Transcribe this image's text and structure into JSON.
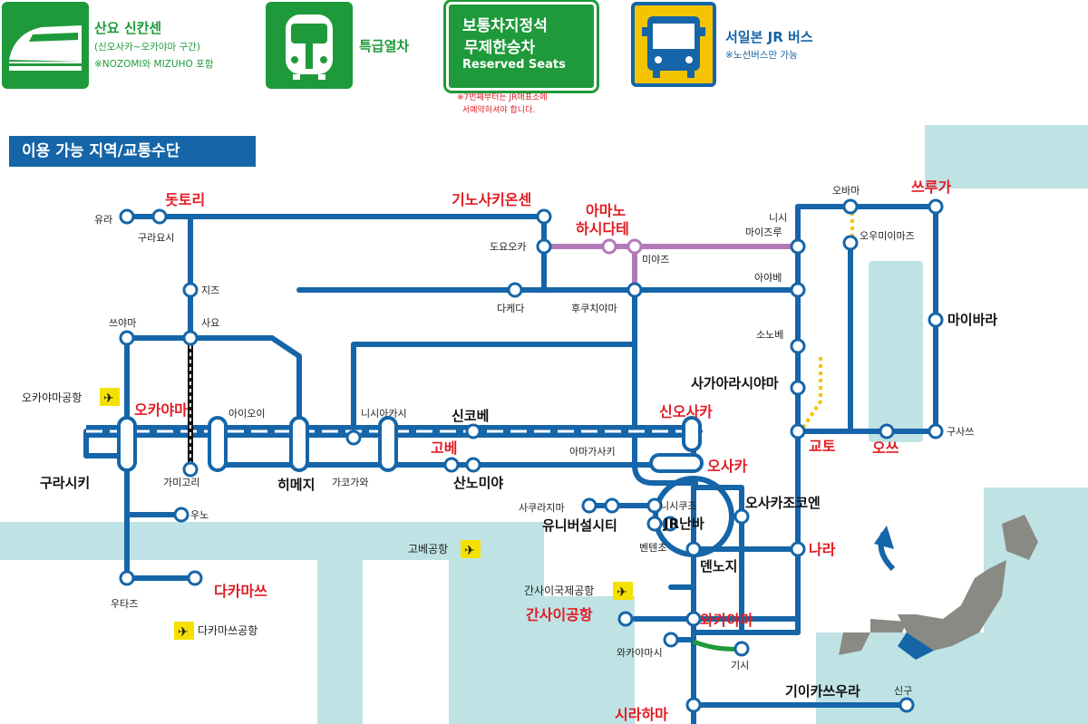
{
  "legend": {
    "shinkansen": {
      "title": "산요 신칸센",
      "sub1": "(신오사카~오카야마 구간)",
      "sub2": "※NOZOMI와 MIZUHO 포함"
    },
    "express": {
      "title": "특급열차"
    },
    "reserved": {
      "line1": "보통차지정석",
      "line2": "무제한승차",
      "line3": "Reserved Seats",
      "note1": "※7번째부터는 JR매표소에",
      "note2": "서예약하셔야 합니다."
    },
    "bus": {
      "title": "서일본 JR 버스",
      "sub": "※노선버스만 가능"
    }
  },
  "map": {
    "title": "이용 가능 지역/교통수단",
    "major": {
      "tottori": "돗토리",
      "kinosaki": "기노사키온센",
      "amanohashidate1": "아마노",
      "amanohashidate2": "하시다테",
      "tsuruga": "쓰루가",
      "okayama": "오카야마",
      "shinkobe": "신코베",
      "shinosaka": "신오사카",
      "kobe": "고베",
      "osaka": "오사카",
      "kyoto": "교토",
      "otsu": "오쓰",
      "takamatsu": "다카마쓰",
      "nara": "나라",
      "wakayama": "와카야마",
      "kansaiairport": "간사이공항",
      "shirahama": "시라하마"
    },
    "bold": {
      "kurashiki": "구라시키",
      "himeji": "히메지",
      "sannomiya": "산노미야",
      "maibara": "마이바라",
      "sagaarashiyama": "사가아라시야마",
      "osakajo": "오사카조코엔",
      "usj": "유니버설시티",
      "jrnamba": "JR난바",
      "tennoji": "덴노지",
      "kiikatsuura": "기이카쓰우라"
    },
    "small": {
      "yura": "유라",
      "kurayoshi": "구라요시",
      "chizu": "지즈",
      "tsuyama": "쓰야마",
      "sayo": "사요",
      "aioi": "아이오이",
      "nishiakashi": "니시아카시",
      "kamigori": "가미고리",
      "kakogawa": "가코가와",
      "uno": "우노",
      "utazu": "우타즈",
      "toyooka": "도요오카",
      "takeda": "다케다",
      "fukuchiyama": "후쿠치야마",
      "miyazu": "미야즈",
      "nishimaizuru1": "니시",
      "nishimaizuru2": "마이즈루",
      "ayabe": "아야베",
      "sonobe": "소노베",
      "obama": "오바마",
      "omimaiko": "오우미이마즈",
      "kusatsu": "구사쓰",
      "amagasaki": "아마가사키",
      "sakurajima": "사쿠라지마",
      "nishikujo": "니시쿠조",
      "bentencho": "벤텐초",
      "wakayamashi": "와카야마시",
      "kishi": "기시",
      "shingu": "신구"
    },
    "airports": {
      "okayama": "오카야마공항",
      "kobe": "고베공항",
      "kansai": "간사이국제공항",
      "takamatsu": "다카마쓰공항"
    }
  },
  "colors": {
    "line": "#1565a8",
    "green": "#1f9a3a",
    "purple": "#b279b8",
    "sea": "#bfe3e5",
    "land": "#ffffff",
    "accent": "#e21b23",
    "bus": "#f5c400"
  }
}
